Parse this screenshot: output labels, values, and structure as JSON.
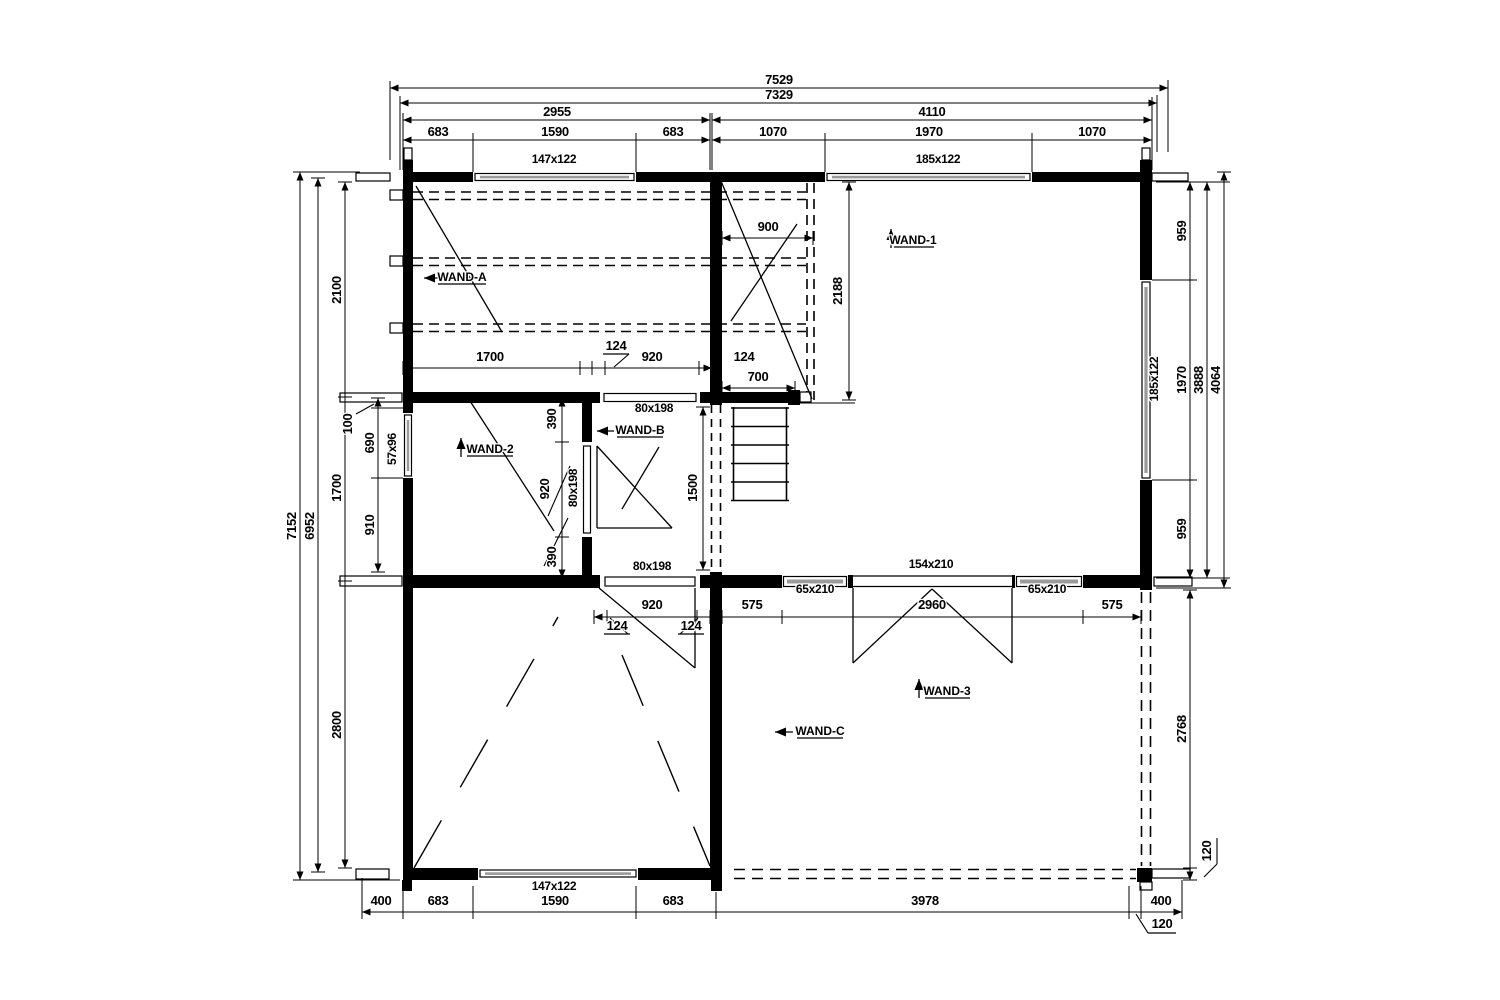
{
  "colors": {
    "ink": "#000000",
    "paper": "#ffffff",
    "glazing": "#9a9a9a"
  },
  "dims": {
    "d7529": "7529",
    "d7329": "7329",
    "d2955": "2955",
    "d4110": "4110",
    "d683": "683",
    "d1590": "1590",
    "d1070": "1070",
    "d1970": "1970",
    "d7152": "7152",
    "d6952": "6952",
    "d2100": "2100",
    "d1700": "1700",
    "d2800": "2800",
    "d100": "100",
    "d690": "690",
    "d910": "910",
    "d959": "959",
    "d3888": "3888",
    "d4064": "4064",
    "d2768": "2768",
    "d120": "120",
    "d400": "400",
    "d3978": "3978",
    "d900": "900",
    "d2188": "2188",
    "d124": "124",
    "d920": "920",
    "d700": "700",
    "d390": "390",
    "d1500": "1500",
    "d575": "575",
    "d2960": "2960"
  },
  "windows": {
    "w147": "147x122",
    "w185": "185x122",
    "w57": "57x96",
    "w80": "80x198",
    "w65": "65x210",
    "w154": "154x210"
  },
  "wall_tags": {
    "wandA": "WAND-A",
    "wand1": "WAND-1",
    "wand2": "WAND-2",
    "wandB": "WAND-B",
    "wand3": "WAND-3",
    "wandC": "WAND-C"
  }
}
